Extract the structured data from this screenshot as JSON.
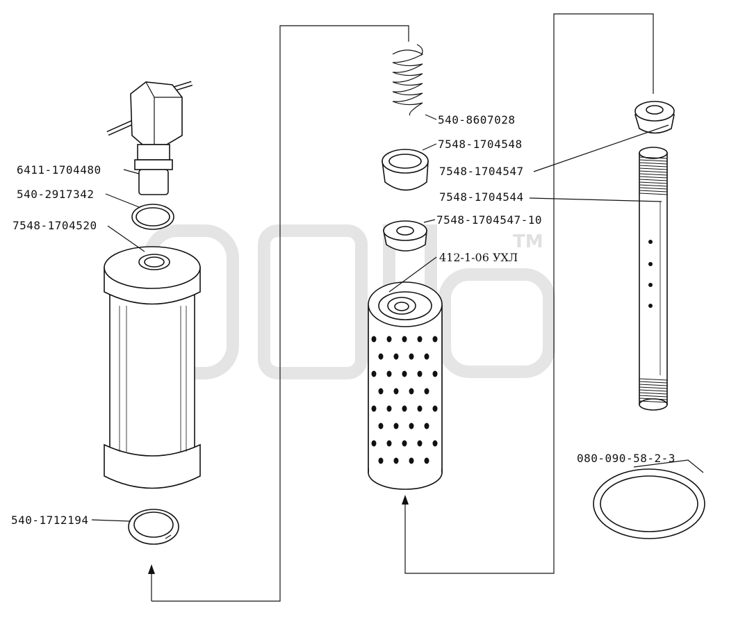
{
  "diagram": {
    "labels": {
      "label_1": "6411-1704480",
      "label_2": "540-2917342",
      "label_3": "7548-1704520",
      "label_4": "540-1712194",
      "label_5": "540-8607028",
      "label_6": "7548-1704548",
      "label_7": "7548-1704547",
      "label_8": "7548-1704544",
      "label_9": "7548-1704547-10",
      "label_10": "412-1-06 УХЛ",
      "label_11": "080-090-58-2-3"
    },
    "watermark": {
      "trademark": "TM"
    },
    "colors": {
      "ink": "#111111",
      "background": "#ffffff",
      "watermark": "#d9d9d9"
    }
  }
}
